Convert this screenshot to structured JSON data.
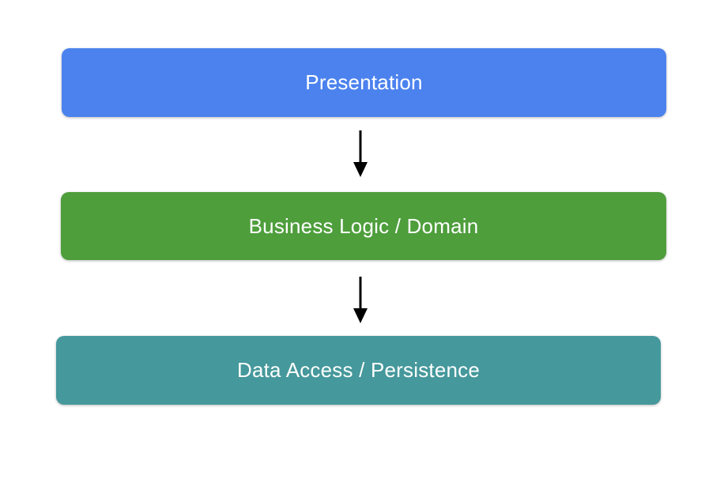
{
  "canvas": {
    "background": "#ffffff"
  },
  "diagram": {
    "type": "layered-architecture-flow",
    "direction": "top-to-bottom",
    "layers": [
      {
        "id": "presentation",
        "label": "Presentation",
        "fill": "#4b82ee",
        "text_color": "#ffffff"
      },
      {
        "id": "business-logic",
        "label": "Business Logic / Domain",
        "fill": "#4e9e3c",
        "text_color": "#ffffff"
      },
      {
        "id": "data-access",
        "label": "Data Access / Persistence",
        "fill": "#45989b",
        "text_color": "#ffffff"
      }
    ],
    "arrows": [
      {
        "from": "Presentation",
        "to": "Business Logic / Domain",
        "direction": "down",
        "color": "#000000"
      },
      {
        "from": "Business Logic / Domain",
        "to": "Data Access / Persistence",
        "direction": "down",
        "color": "#000000"
      }
    ]
  }
}
